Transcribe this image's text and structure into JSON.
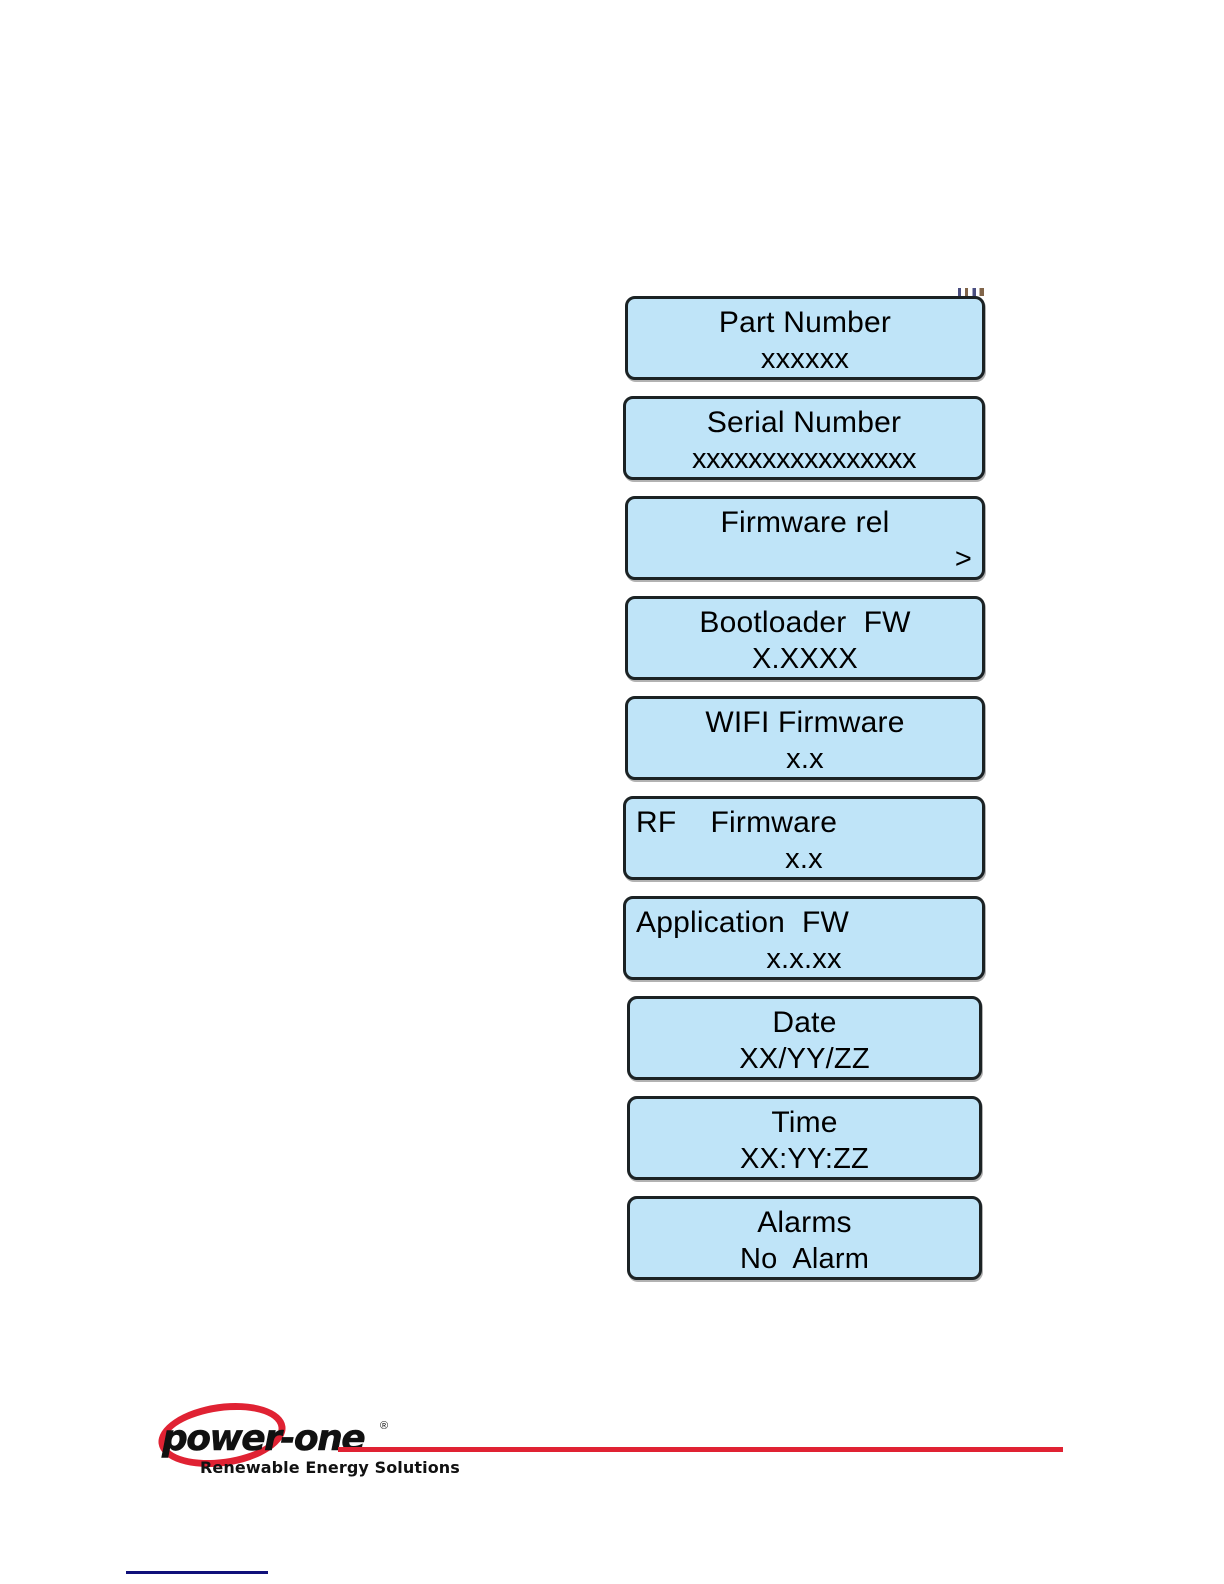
{
  "page": {
    "background": "#ffffff",
    "lcd_fill_color": "#bfe4f8",
    "lcd_border_color": "#1b2224",
    "brand_red": "#e02233",
    "footnote_rule_color": "#10107a"
  },
  "lcd_screens": [
    {
      "name": "part-number",
      "title": "Part Number",
      "title_align": "center",
      "value": "xxxxxx",
      "value_align": "center"
    },
    {
      "name": "serial-number",
      "title": "Serial Number",
      "title_align": "center",
      "value": "xxxxxxxxxxxxxxxx",
      "value_align": "center"
    },
    {
      "name": "firmware-rel",
      "title": "Firmware rel",
      "title_align": "center",
      "value": ">",
      "value_align": "right"
    },
    {
      "name": "bootloader-fw",
      "title": "Bootloader  FW",
      "title_align": "center",
      "value": "X.XXXX",
      "value_align": "center"
    },
    {
      "name": "wifi-firmware",
      "title": "WIFI Firmware",
      "title_align": "center",
      "value": "x.x",
      "value_align": "center"
    },
    {
      "name": "rf-firmware",
      "title": "RF    Firmware",
      "title_align": "left",
      "value": "x.x",
      "value_align": "center"
    },
    {
      "name": "application-fw",
      "title": "Application  FW",
      "title_align": "left",
      "value": "x.x.xx",
      "value_align": "center"
    },
    {
      "name": "date",
      "title": "Date",
      "title_align": "center",
      "value": "XX/YY/ZZ",
      "value_align": "center"
    },
    {
      "name": "time",
      "title": "Time",
      "title_align": "center",
      "value": "XX:YY:ZZ",
      "value_align": "center"
    },
    {
      "name": "alarms",
      "title": "Alarms",
      "title_align": "center",
      "value": "No  Alarm",
      "value_align": "center"
    }
  ],
  "footer": {
    "logo_wordmark": "power-one",
    "logo_registered_mark": "®",
    "logo_tagline": "Renewable Energy Solutions"
  }
}
